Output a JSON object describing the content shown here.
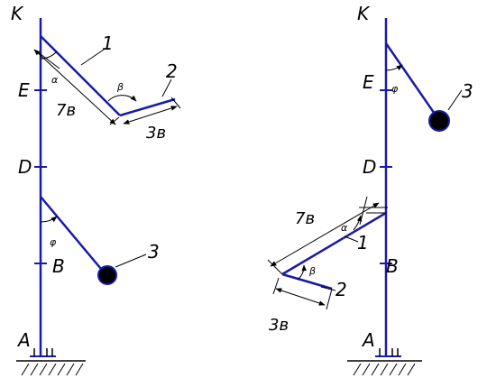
{
  "left": {
    "points": {
      "top": "K",
      "upper": "E",
      "middle": "D",
      "lower": "B",
      "bottom": "A"
    },
    "rod1": {
      "number": "1",
      "length": "7в",
      "angle": "α"
    },
    "rod2": {
      "number": "2",
      "length": "3в",
      "angle": "β"
    },
    "pendulum": {
      "number": "3",
      "angle": "φ"
    }
  },
  "right": {
    "points": {
      "top": "K",
      "upper": "E",
      "middle": "D",
      "lower": "B",
      "bottom": "A"
    },
    "rod1": {
      "number": "1",
      "length": "7в",
      "angle": "α"
    },
    "rod2": {
      "number": "2",
      "length": "3в",
      "angle": "β"
    },
    "pendulum": {
      "number": "3",
      "angle": "φ"
    }
  },
  "colors": {
    "structure": "#1a1aa8",
    "annotation": "#000000",
    "ball": "#000000"
  }
}
